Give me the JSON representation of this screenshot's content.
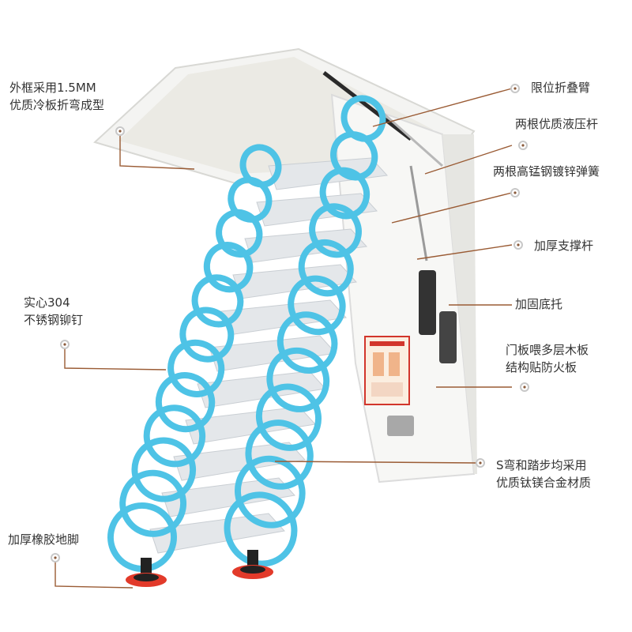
{
  "colors": {
    "ladder_blue": "#4ec3e6",
    "ladder_blue_dark": "#2a9fc4",
    "leader_line": "#9a5b34",
    "foot_red": "#e23a2a",
    "step_silver": "#e4e7ea",
    "frame_white": "#f4f4f2"
  },
  "labels": {
    "frame": {
      "line1": "外框采用1.5MM",
      "line2": "优质冷板折弯成型"
    },
    "limit_arm": "限位折叠臂",
    "hydraulic": "两根优质液压杆",
    "spring": "两根高锰钢镀锌弹簧",
    "support_rod": "加厚支撑杆",
    "base_bracket": "加固底托",
    "rivet": {
      "line1": "实心304",
      "line2": "不锈钢铆钉"
    },
    "door_panel": {
      "line1": "门板喂多层木板",
      "line2": "结构贴防火板"
    },
    "material": {
      "line1": "S弯和踏步均采用",
      "line2": "优质钛镁合金材质"
    },
    "rubber_foot": "加厚橡胶地脚"
  }
}
